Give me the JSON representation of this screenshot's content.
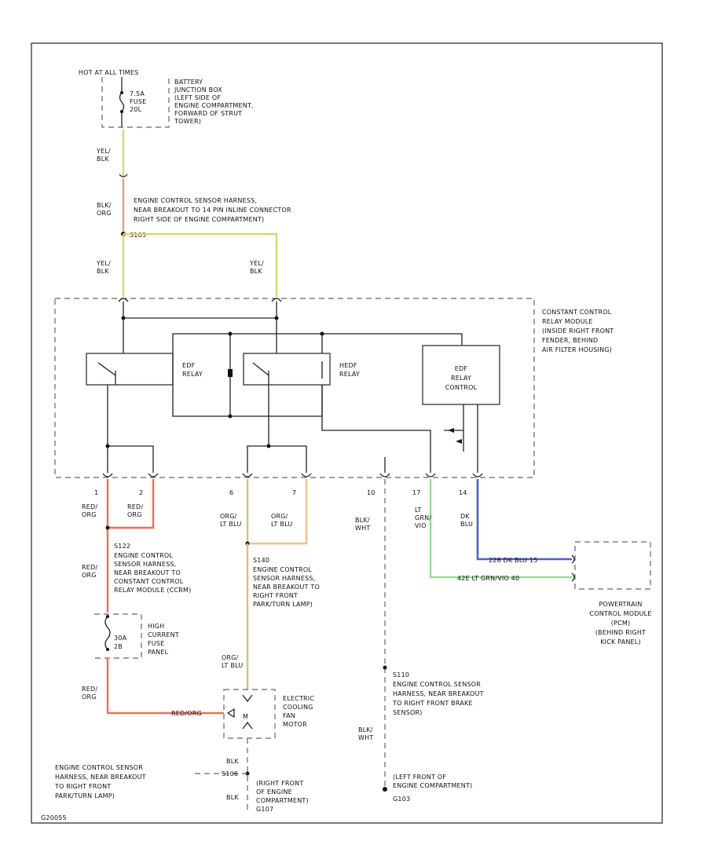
{
  "diagram_id": "G20055",
  "colors": {
    "yel_blk": "#d8d86a",
    "blk_org": "#e6a37a",
    "red_org": "#f06d55",
    "org_ltblu": "#d8c27a",
    "org_ltblu_7": "#f0c483",
    "ltgrn_vio": "#8fe08f",
    "dkblu": "#4f5fd0"
  },
  "labels": {
    "hot_at_all_times": "HOT AT ALL TIMES",
    "fuse": [
      "7.5A",
      "FUSE",
      "20L"
    ],
    "battery_jb": [
      "BATTERY",
      "JUNCTION BOX",
      "(LEFT SIDE OF",
      "ENGINE COMPARTMENT,",
      "FORWARD OF STRUT",
      "TOWER)"
    ],
    "wire_yel_blk_1": [
      "YEL/",
      "BLK"
    ],
    "wire_blk_org": [
      "BLK/",
      "ORG"
    ],
    "splice_s103_desc": [
      "ENGINE CONTROL SENSOR HARNESS,",
      "NEAR BREAKOUT TO 14 PIN INLINE CONNECTOR",
      "RIGHT SIDE OF ENGINE COMPARTMENT)"
    ],
    "splice_s103": "S103",
    "wire_yel_blk_2": [
      "YEL/",
      "BLK"
    ],
    "wire_yel_blk_3": [
      "YEL/",
      "BLK"
    ],
    "module_desc": [
      "CONSTANT CONTROL",
      "RELAY MODULE",
      "(INSIDE RIGHT FRONT",
      "FENDER, BEHIND",
      "AIR FILTER HOUSING)"
    ],
    "edf_relay": [
      "EDF",
      "RELAY"
    ],
    "hedf_relay": [
      "HEDF",
      "RELAY"
    ],
    "edf_relay_control": [
      "EDF",
      "RELAY",
      "CONTROL"
    ],
    "pin_1": "1",
    "pin_2": "2",
    "pin_6": "6",
    "pin_7": "7",
    "pin_10": "10",
    "pin_17": "17",
    "pin_14": "14",
    "wire_red_org_1": [
      "RED/",
      "ORG"
    ],
    "wire_red_org_2": [
      "RED/",
      "ORG"
    ],
    "wire_org_ltblu_1": [
      "ORG/",
      "LT BLU"
    ],
    "wire_org_ltblu_2": [
      "ORG/",
      "LT BLU"
    ],
    "wire_blk_wht": [
      "BLK/",
      "WHT"
    ],
    "wire_ltgrn_vio": [
      "LT",
      "GRN/",
      "VIO"
    ],
    "wire_dkblu": [
      "DK",
      "BLU"
    ],
    "pcm_wire_1": "228   DK BLU   15",
    "pcm_wire_2": "42E   LT GRN/VIO   40",
    "pcm_desc": [
      "POWERTRAIN",
      "CONTROL MODULE",
      "(PCM)",
      "(BEHIND RIGHT",
      "KICK PANEL)"
    ],
    "splice_s122": "S122",
    "splice_s122_desc": [
      "ENGINE CONTROL",
      "SENSOR HARNESS,",
      "NEAR BREAKOUT TO",
      "CONSTANT CONTROL",
      "RELAY MODULE (CCRM)"
    ],
    "splice_s140": "S140",
    "splice_s140_desc": [
      "ENGINE CONTROL",
      "SENSOR HARNESS,",
      "NEAR BREAKOUT TO",
      "RIGHT FRONT",
      "PARK/TURN LAMP)"
    ],
    "wire_red_org_3": [
      "RED/",
      "ORG"
    ],
    "high_current_fuse": [
      "HIGH",
      "CURRENT",
      "FUSE",
      "PANEL"
    ],
    "hc_fuse_rating": [
      "30A",
      "2B"
    ],
    "wire_red_org_4": [
      "RED/",
      "ORG"
    ],
    "wire_red_org_horiz": "RED/ORG",
    "wire_org_ltblu_3": [
      "ORG/",
      "LT BLU"
    ],
    "fan_motor": [
      "ELECTRIC",
      "COOLING",
      "FAN",
      "MOTOR"
    ],
    "splice_s110": "S110",
    "splice_s110_desc": [
      "ENGINE CONTROL SENSOR",
      "HARNESS, NEAR BREAKOUT",
      "TO RIGHT FRONT BRAKE",
      "SENSOR)"
    ],
    "wire_blk_wht_2": [
      "BLK/",
      "WHT"
    ],
    "g103_desc": [
      "(LEFT FRONT OF",
      "ENGINE COMPARTMENT)",
      "G103"
    ],
    "wire_blk_1": "BLK",
    "splice_s106": "S106",
    "splice_s106_desc": [
      "ENGINE CONTROL SENSOR",
      "HARNESS, NEAR BREAKOUT",
      "TO RIGHT FRONT",
      "PARK/TURN LAMP)"
    ],
    "wire_blk_2": "BLK",
    "g107_desc": [
      "(RIGHT FRONT",
      "OF ENGINE",
      "COMPARTMENT)",
      "G107"
    ]
  }
}
